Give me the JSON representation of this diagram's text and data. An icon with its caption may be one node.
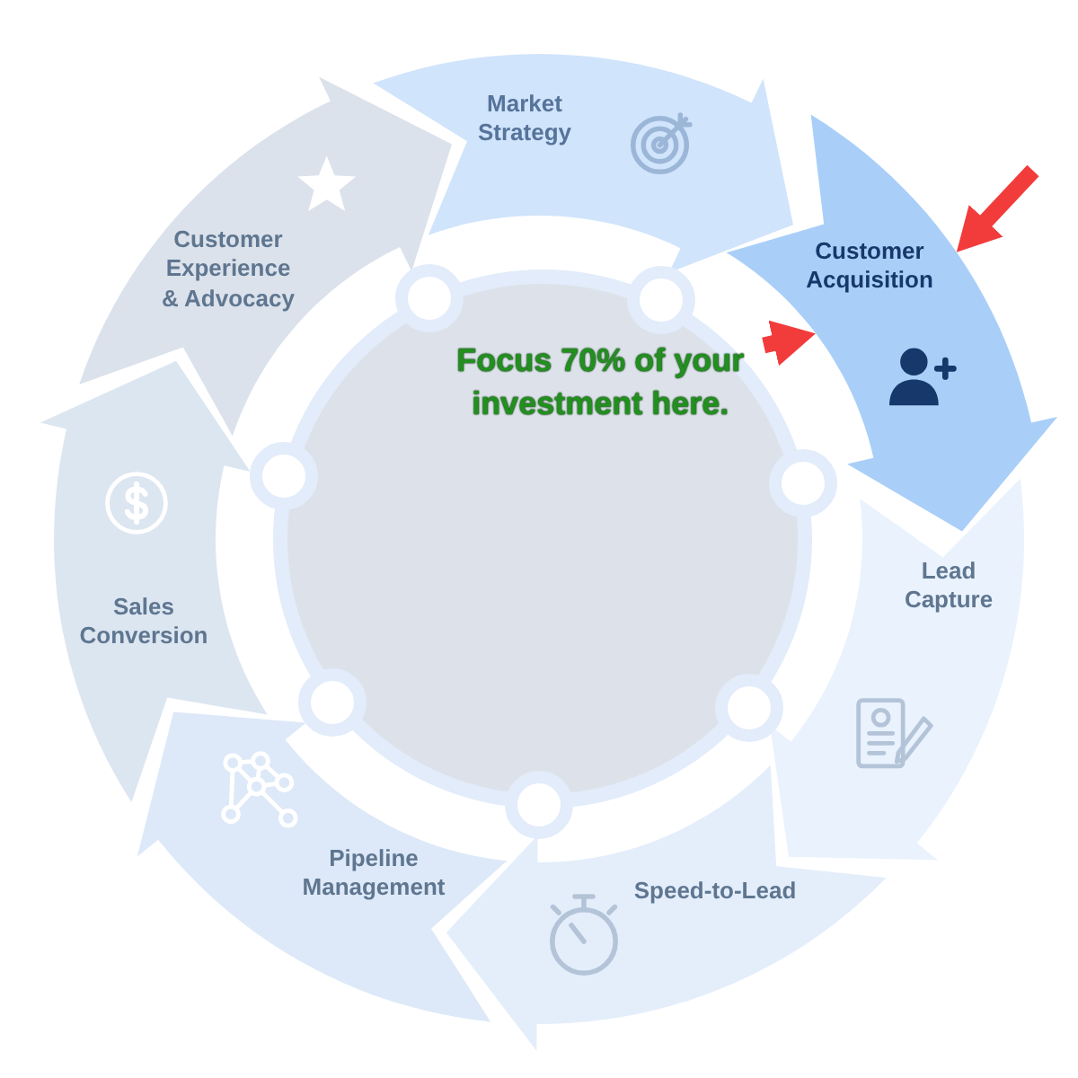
{
  "diagram": {
    "nodes": [
      {
        "text": [
          "Market Strategy"
        ]
      },
      {
        "text": [
          "Customer Acquisition"
        ]
      },
      {
        "text": [
          "Lead Capture"
        ]
      },
      {
        "text": [
          "Speed-to-Lead"
        ]
      },
      {
        "text": [
          "Pipeline Management"
        ]
      },
      {
        "text": [
          "Sales Conversion"
        ]
      },
      {
        "text": [
          "Customer Experience & Advocacy"
        ]
      },
      {
        "text": [],
        "shape": "circle"
      },
      {
        "text": [
          "Focus 70% of your investment here."
        ],
        "in": 7
      }
    ],
    "edges": [
      {
        "from": null,
        "to": 1,
        "arrow": "to"
      },
      {
        "from": 8,
        "to": 1,
        "arrow": "to"
      }
    ]
  }
}
